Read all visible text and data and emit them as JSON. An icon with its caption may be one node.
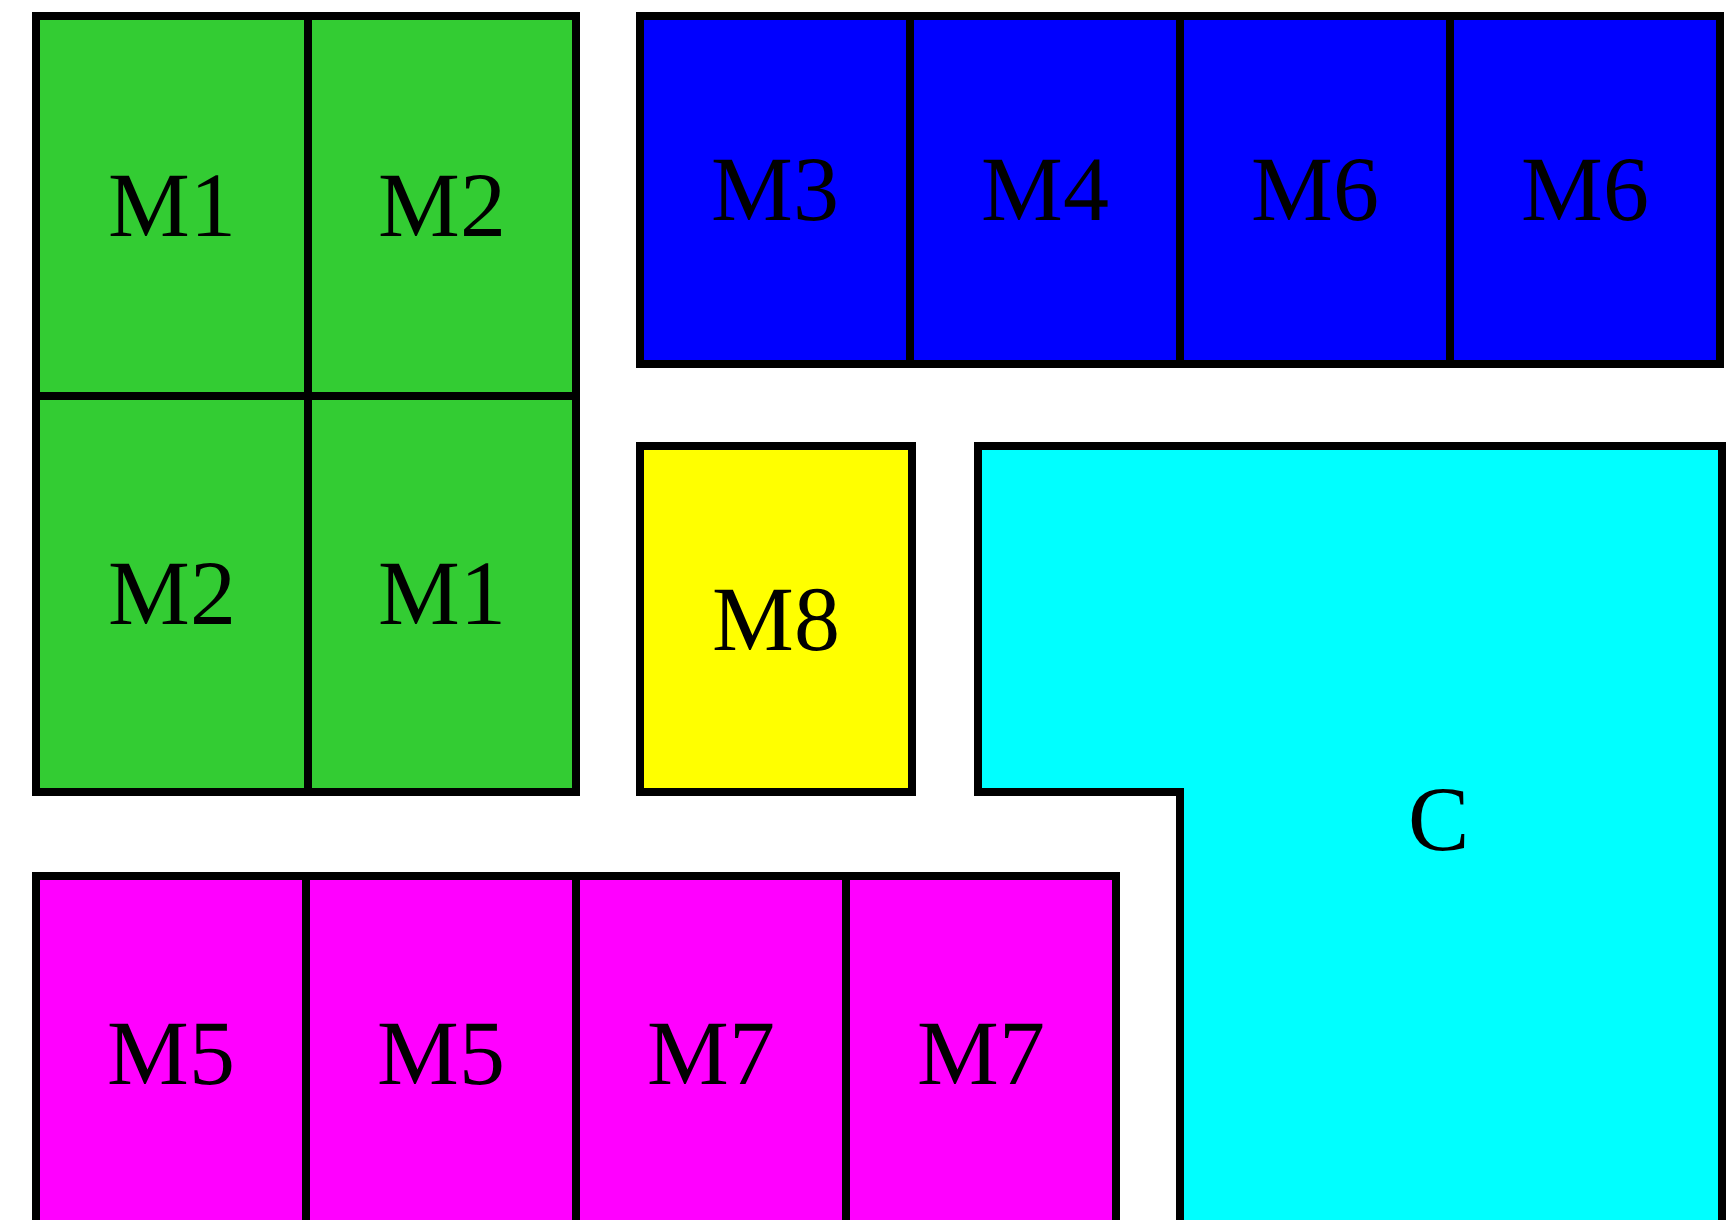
{
  "diagram": {
    "nodes": [
      {
        "text": [
          "M1"
        ]
      },
      {
        "text": [
          "M2"
        ]
      },
      {
        "text": [
          "M3"
        ]
      },
      {
        "text": [
          "M4"
        ]
      },
      {
        "text": [
          "M6"
        ]
      },
      {
        "text": [
          "M6"
        ]
      },
      {
        "text": [
          "M2"
        ]
      },
      {
        "text": [
          "M1"
        ]
      },
      {
        "text": [
          "M8"
        ]
      },
      {
        "text": [
          "C"
        ]
      },
      {
        "text": [
          "M5"
        ]
      },
      {
        "text": [
          "M5"
        ]
      },
      {
        "text": [
          "M7"
        ]
      },
      {
        "text": [
          "M7"
        ]
      }
    ]
  }
}
